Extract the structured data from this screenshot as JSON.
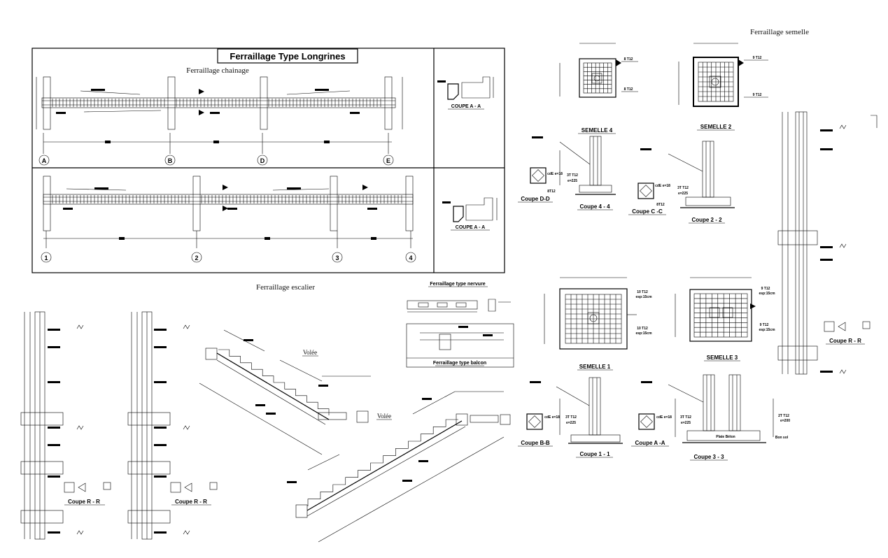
{
  "titles": {
    "main_box_title": "Ferraillage  Type  Longrines",
    "chainage": "Ferraillage chainage",
    "escalier": "Ferraillage escalier",
    "semelle": "Ferraillage semelle",
    "nervure": "Ferraillage type nervure",
    "balcon": "Ferraillage type balcon"
  },
  "axes_top": [
    "A",
    "B",
    "D",
    "E"
  ],
  "axes_bottom": [
    "1",
    "2",
    "3",
    "4"
  ],
  "coupes_longrines": [
    "COUPE  A - A",
    "COUPE  A - A"
  ],
  "stair_labels": [
    "Volée",
    "Volée"
  ],
  "coupe_rr": [
    "Coupe  R - R",
    "Coupe  R - R",
    "Coupe  R - R"
  ],
  "semelles": {
    "s4": "SEMELLE 4",
    "s2": "SEMELLE 2",
    "s1": "SEMELLE 1",
    "s3": "SEMELLE 3"
  },
  "sections": {
    "dd": "Coupe D-D",
    "c44": "Coupe  4 - 4",
    "cc": "Coupe  C -C",
    "c22": "Coupe 2 - 2",
    "bb": "Coupe  B-B",
    "c11": "Coupe  1 - 1",
    "aa": "Coupe  A -A",
    "c33": "Coupe  3 - 3"
  },
  "rebar_notes": {
    "s4_top": "8 T12",
    "s4_bot": "8 T12",
    "s2_top": "9 T12",
    "s2_bot": "9 T12",
    "s1_top": "10 T12",
    "s1_top_sub": "esp:15cm",
    "s1_bot": "10 T12",
    "s1_bot_sub": "esp:15cm",
    "s3_top": "9 T12",
    "s3_top_sub": "esp:15cm",
    "s3_bot": "9 T12",
    "s3_bot_sub": "esp:15cm",
    "col_3t12": "3T T12",
    "col_e225": "e=225",
    "stirrup": "cdE e=18",
    "t_8t12": "8T12",
    "c33_right": "2T T12",
    "c33_right_sub": "e=200",
    "bon_sol": "Bon sol",
    "beton": "Plate Béton"
  }
}
